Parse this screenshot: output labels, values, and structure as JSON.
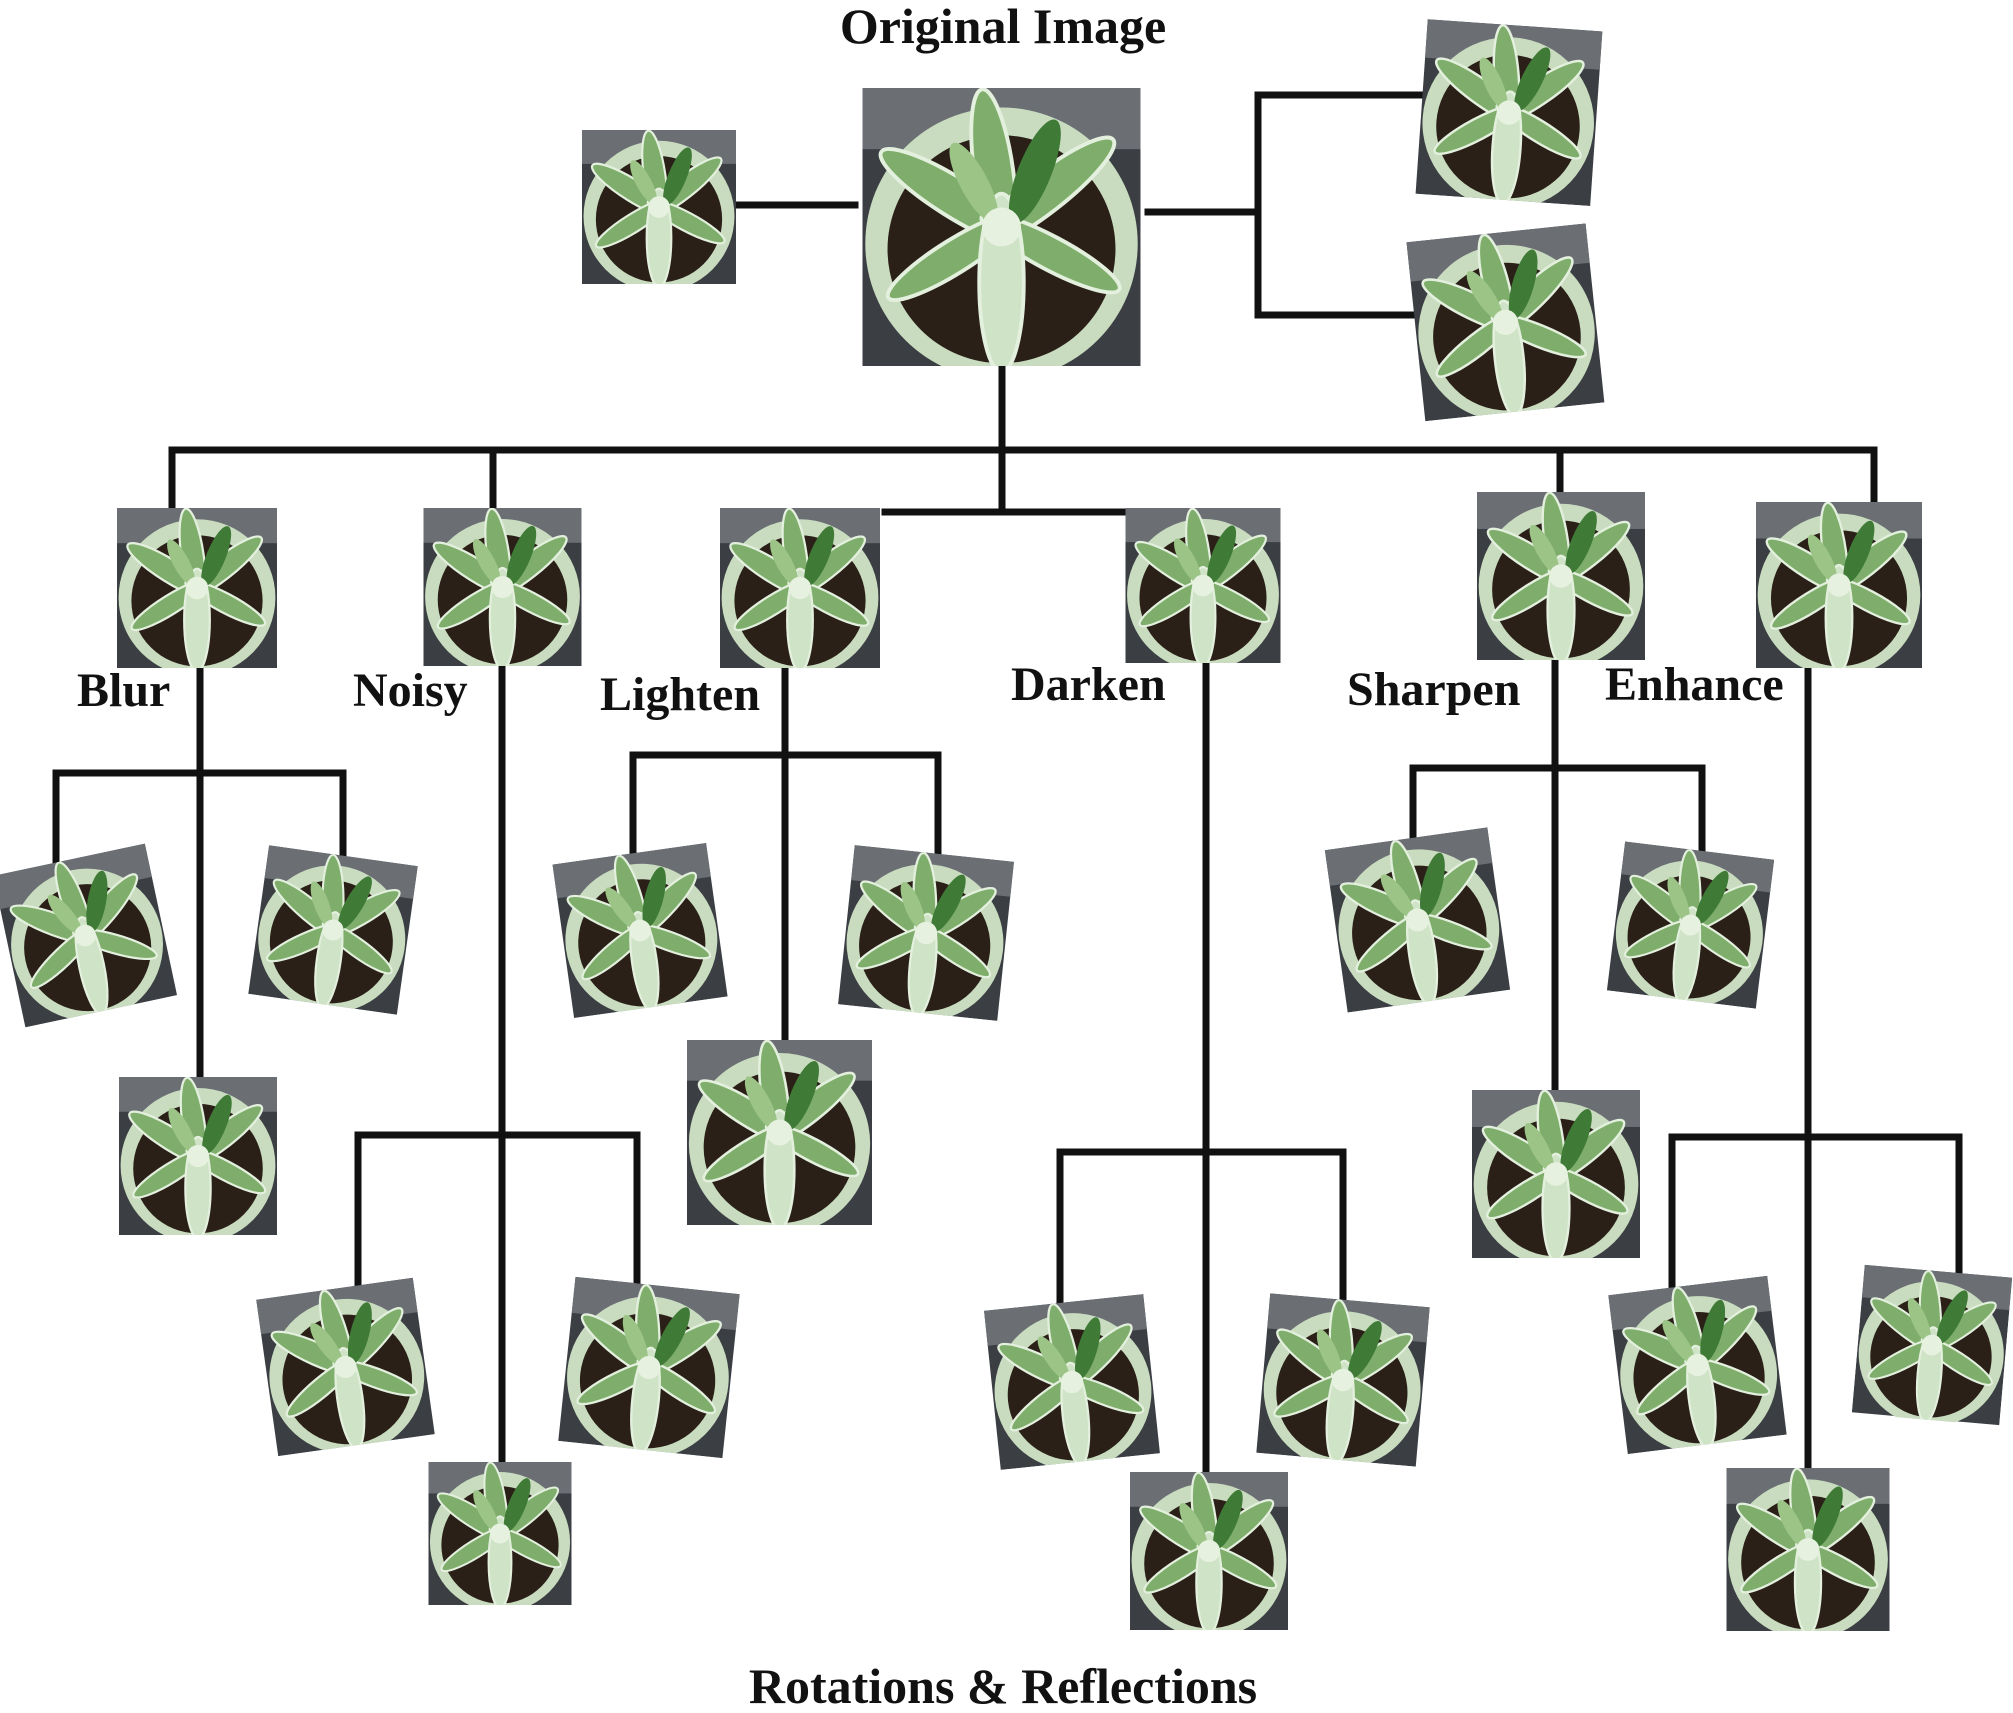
{
  "title": "Original Image",
  "footer": "Rotations & Reflections",
  "augmentations": [
    "Blur",
    "Noisy",
    "Lighten",
    "Darken",
    "Sharpen",
    "Enhance"
  ],
  "colors": {
    "line": "#111111",
    "soil": "#2a2018",
    "pot": "#c9dcc0",
    "leaf_light": "#cfe3c6",
    "leaf_mid": "#7fae6c",
    "leaf_dark": "#3f7a37",
    "background_dark": "#3b3f44"
  },
  "icons": {
    "thumbnail": "plant-photo-icon"
  }
}
